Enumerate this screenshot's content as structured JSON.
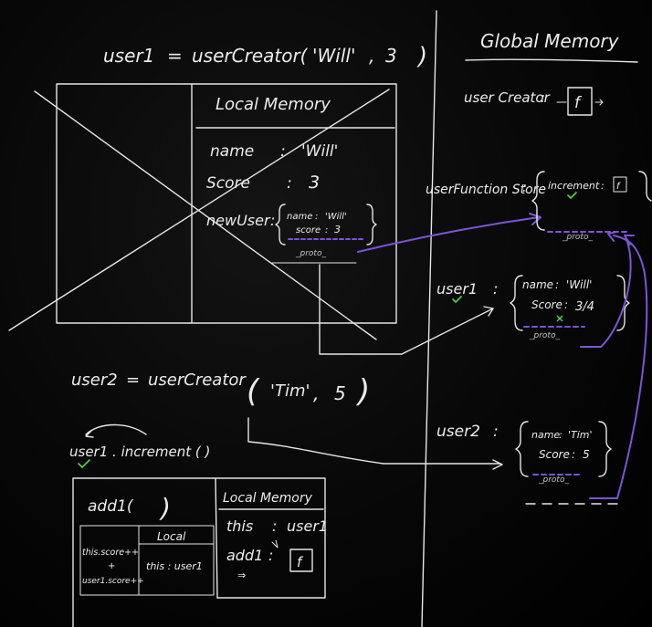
{
  "left": {
    "call1": {
      "var": "user1",
      "eq": "=",
      "fn": "userCreator(",
      "arg1": "'Will'",
      "comma": ",",
      "arg2": "3",
      "close": ")"
    },
    "local1": {
      "title": "Local Memory",
      "name_key": "name",
      "name_sep": ":",
      "name_val": "'Will'",
      "score_key": "Score",
      "score_sep": ":",
      "score_val": "3",
      "newuser_key": "newUser",
      "newuser_sep": ":",
      "obj_name_key": "name",
      "obj_name_sep": ":",
      "obj_name_val": "'Will'",
      "obj_score_key": "score",
      "obj_score_sep": ":",
      "obj_score_val": "3",
      "obj_proto": "_proto_"
    },
    "call2": {
      "var": "user2",
      "eq": "=",
      "fn": "userCreator",
      "open": "(",
      "arg1": "'Tim'",
      "comma": ",",
      "arg2": "5",
      "close": ")"
    },
    "call3": {
      "text": "user1 . increment ( )"
    },
    "exec": {
      "fn_label": "add1(",
      "fn_close": ")",
      "inner_local": "Local",
      "line1": "this.score++",
      "plus": "+",
      "line2": "user1.score++",
      "inner_this": "this : user1",
      "local_title": "Local Memory",
      "this_key": "this",
      "this_sep": ":",
      "this_val": "user1",
      "add1_key": "add1",
      "add1_sep": ":",
      "add1_val": "f",
      "arrow_glyph": "⇒"
    }
  },
  "right": {
    "title": "Global Memory",
    "userCreator_key": "user Creator",
    "userCreator_sep": ":",
    "userCreator_val": "f",
    "store_key": "userFunction Store",
    "store_sep": ":",
    "store_increment_key": "increment",
    "store_increment_sep": ":",
    "store_increment_val": "f",
    "store_proto": "_proto_",
    "user1_key": "user1",
    "user1_sep": ":",
    "user1_name_key": "name",
    "user1_name_sep": ":",
    "user1_name_val": "'Will'",
    "user1_score_key": "Score",
    "user1_score_sep": ":",
    "user1_score_val": "3/4",
    "user1_proto": "_proto_",
    "user2_key": "user2",
    "user2_sep": ":",
    "user2_name_key": "name",
    "user2_name_sep": ":",
    "user2_name_val": "'Tim'",
    "user2_score_key": "Score",
    "user2_score_sep": ":",
    "user2_score_val": "5",
    "user2_proto": "_proto_"
  },
  "colors": {
    "chalk": "#ececec",
    "purple": "#7b55d4",
    "green": "#4fd84f",
    "board": "#000000"
  }
}
